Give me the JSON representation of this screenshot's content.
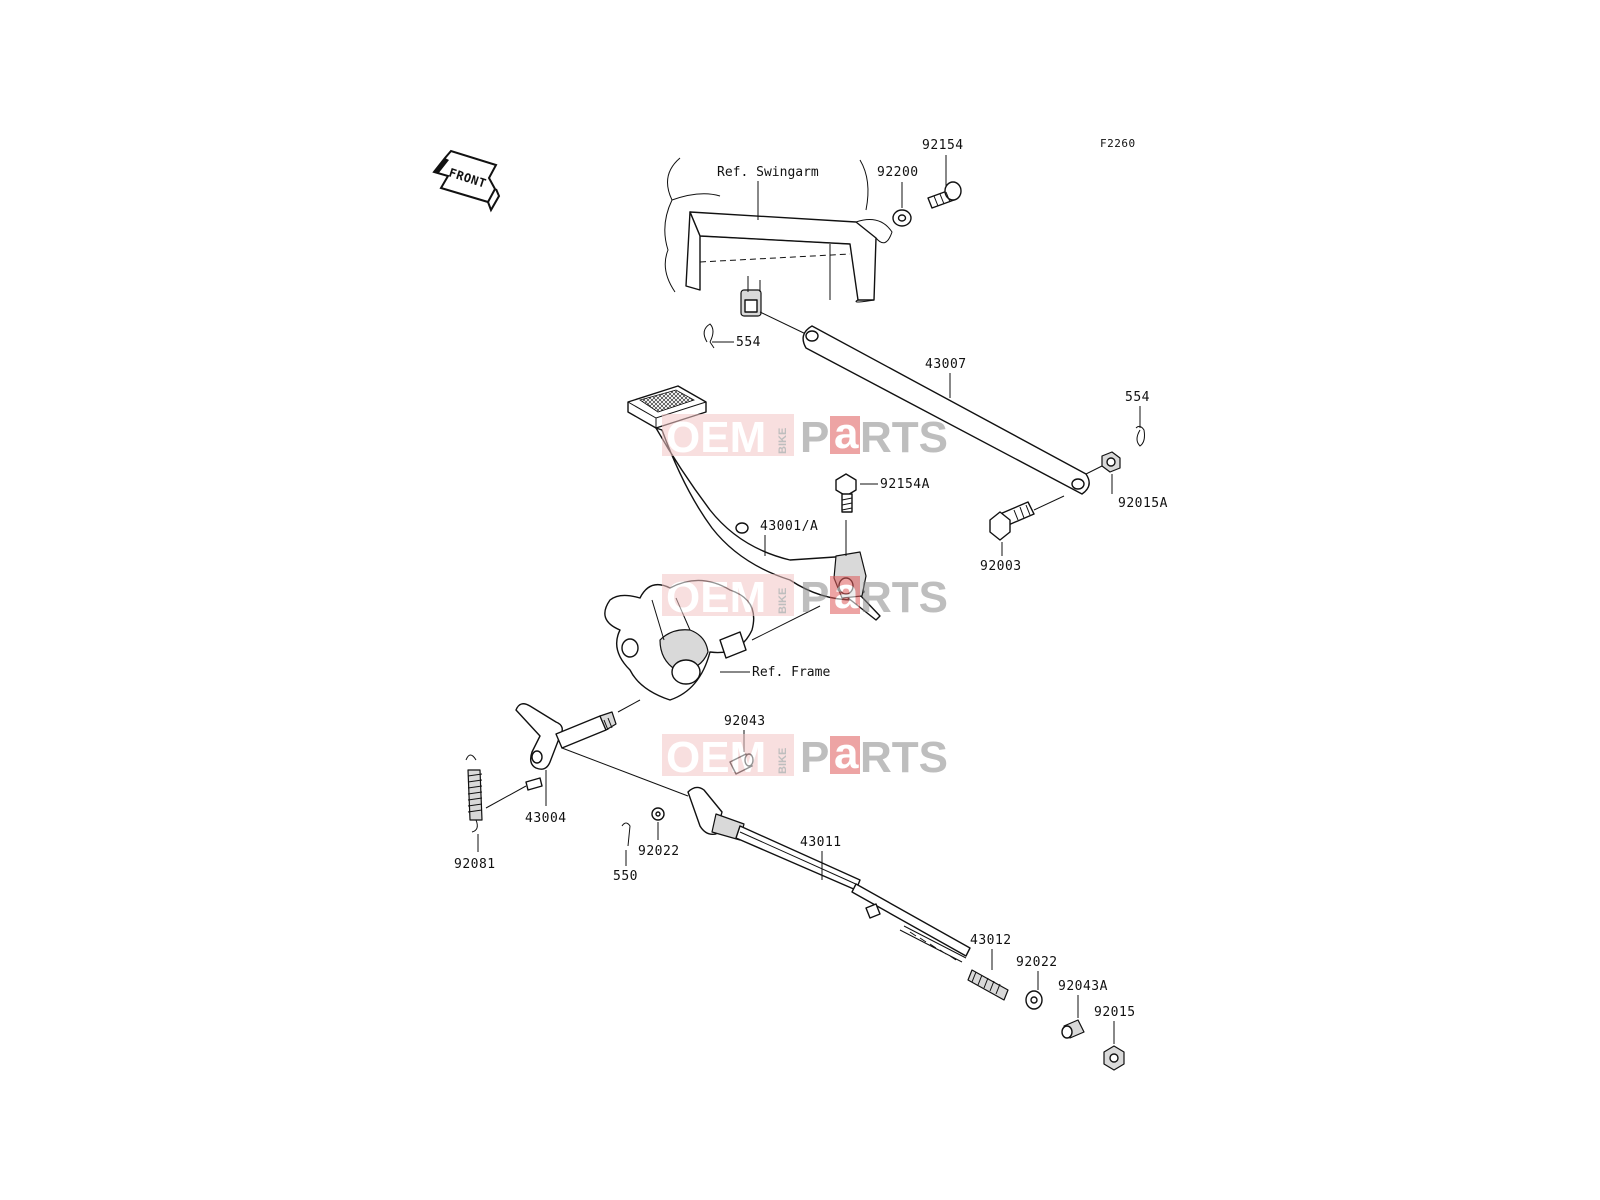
{
  "figure_code": "F2260",
  "front_arrow_text": "FRONT",
  "reference_labels": {
    "swingarm": "Ref. Swingarm",
    "frame": "Ref. Frame"
  },
  "watermark": {
    "left": "OEM",
    "middle": "BIKE",
    "right_p": "P",
    "right_a": "a",
    "right_rest": "RTS",
    "colors": {
      "red": "#e05a5a",
      "gray": "#8a8a8a",
      "box": "#f3c6c6"
    }
  },
  "callouts": {
    "c92154": "92154",
    "c92200": "92200",
    "c554_top": "554",
    "c43007": "43007",
    "c554_right": "554",
    "c92154A": "92154A",
    "c92015A": "92015A",
    "c43001A": "43001/A",
    "c92003": "92003",
    "c92043": "92043",
    "c43004": "43004",
    "c92081": "92081",
    "c92022_left": "92022",
    "c550": "550",
    "c43011": "43011",
    "c43012": "43012",
    "c92022_right": "92022",
    "c92043A": "92043A",
    "c92015": "92015"
  }
}
